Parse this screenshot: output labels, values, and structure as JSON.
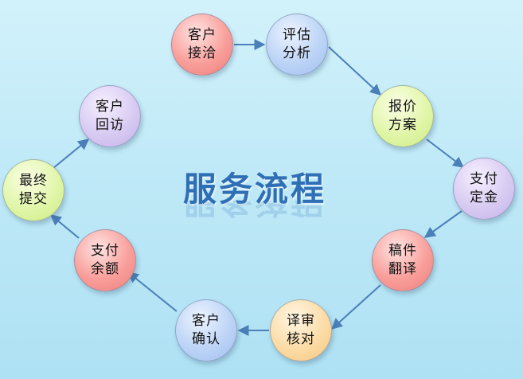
{
  "title": "服务流程",
  "steps": [
    {
      "label": "客户接洽",
      "color": "#f99f9b"
    },
    {
      "label": "评估分析",
      "color": "#bcd4f6"
    },
    {
      "label": "报价方案",
      "color": "#e1f6a9"
    },
    {
      "label": "支付定金",
      "color": "#d8cbf2"
    },
    {
      "label": "稿件翻译",
      "color": "#f99f9b"
    },
    {
      "label": "译审核对",
      "color": "#fcdca6"
    },
    {
      "label": "客户确认",
      "color": "#bcd4f6"
    },
    {
      "label": "支付余额",
      "color": "#f99f9b"
    },
    {
      "label": "最终提交",
      "color": "#e1f6a9"
    },
    {
      "label": "客户回访",
      "color": "#d8cbf2"
    }
  ],
  "arrow_color": "#4a7fb8"
}
